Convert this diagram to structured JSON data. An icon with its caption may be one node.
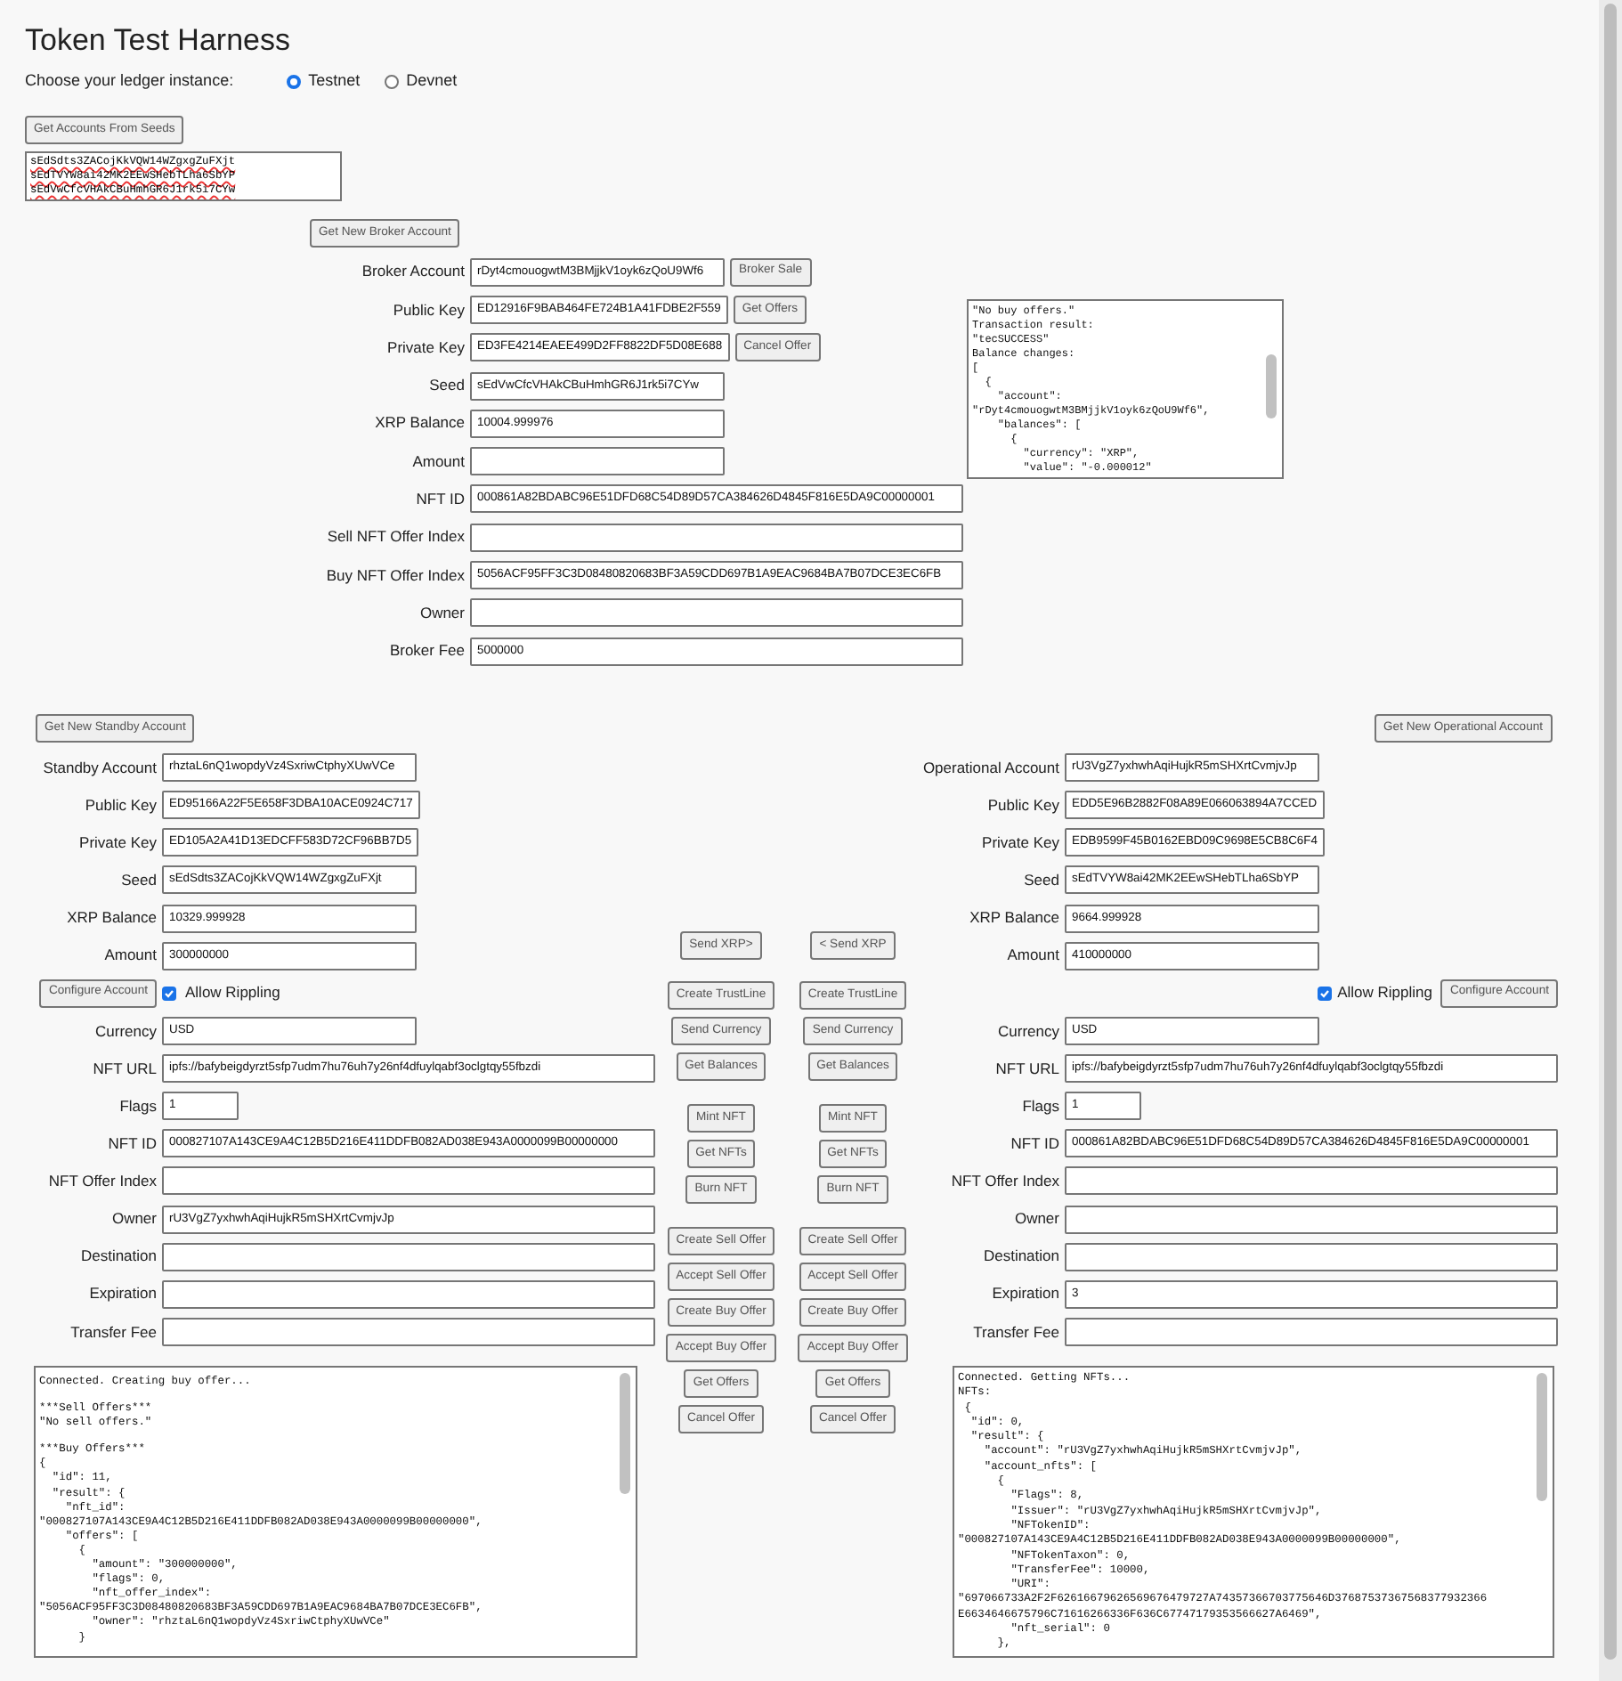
{
  "diagram": {
    "title": "Token Test Harness",
    "labels": [
      "Choose your ledger instance:",
      "Testnet",
      "Devnet",
      "Get Accounts From Seeds",
      "sEdSdts3ZACojKkVQW14WZgxgZuFXjt",
      "sEdTVYW8ai42MK2EEwSHebTLha6SbYP",
      "sEdVwCfcVHAkCBuHmhGR6J1rk5i7CYw",
      "Get New Broker Account",
      "Broker Account",
      "rDyt4cmouogwtM3BMjjkV1oyk6zQoU9Wf6",
      "Broker Sale",
      "Public Key",
      "ED12916F9BAB464FE724B1A41FDBE2F559",
      "Get Offers",
      "Private Key",
      "ED3FE4214EAEE499D2FF8822DF5D08E688",
      "Cancel Offer",
      "Seed",
      "sEdVwCfcVHAkCBuHmhGR6J1rk5i7CYw",
      "XRP Balance",
      "10004.999976",
      "Amount",
      "NFT ID",
      "000861A82BDABC96E51DFD68C54D89D57CA384626D4845F816E5DA9C00000001",
      "Sell NFT Offer Index",
      "Buy NFT Offer Index",
      "5056ACF95FF3C3D08480820683BF3A59CDD697B1A9EAC9684BA7B07DCE3EC6FB",
      "Owner",
      "Broker Fee",
      "5000000",
      "\"No buy offers.\"",
      "Transaction result:",
      "\"tecSUCCESS\"",
      "Balance changes:",
      "[",
      "  {",
      "    \"account\":",
      "\"rDyt4cmouogwtM3BMjjkV1oyk6zQoU9Wf6\",",
      "    \"balances\": [",
      "      {",
      "        \"currency\": \"XRP\",",
      "        \"value\": \"-0.000012\"",
      "Get New Standby Account",
      "Get New Operational Account",
      "Standby Account",
      "rhztaL6nQ1wopdyVz4SxriwCtphyXUwVCe",
      "Public Key",
      "ED95166A22F5E658F3DBA10ACE0924C717",
      "Private Key",
      "ED105A2A41D13EDCFF583D72CF96BB7D5",
      "Seed",
      "sEdSdts3ZACojKkVQW14WZgxgZuFXjt",
      "XRP Balance",
      "10329.999928",
      "Amount",
      "300000000",
      "Configure Account",
      "Allow Rippling",
      "Currency",
      "USD",
      "NFT URL",
      "ipfs://bafybeigdyrzt5sfp7udm7hu76uh7y26nf4dfuylqabf3oclgtqy55fbzdi",
      "Flags",
      "1",
      "NFT ID",
      "000827107A143CE9A4C12B5D216E411DDFB082AD038E943A0000099B00000000",
      "NFT Offer Index",
      "Owner",
      "rU3VgZ7yxhwhAqiHujkR5mSHXrtCvmjvJp",
      "Destination",
      "Expiration",
      "Transfer Fee",
      "Send XRP>",
      "< Send XRP",
      "Create TrustLine",
      "Create TrustLine",
      "Send Currency",
      "Send Currency",
      "Get Balances",
      "Get Balances",
      "Mint NFT",
      "Mint NFT",
      "Get NFTs",
      "Get NFTs",
      "Burn NFT",
      "Burn NFT",
      "Create Sell Offer",
      "Create Sell Offer",
      "Accept Sell Offer",
      "Accept Sell Offer",
      "Create Buy Offer",
      "Create Buy Offer",
      "Accept Buy Offer",
      "Accept Buy Offer",
      "Get Offers",
      "Get Offers",
      "Cancel Offer",
      "Cancel Offer",
      "Operational Account",
      "rU3VgZ7yxhwhAqiHujkR5mSHXrtCvmjvJp",
      "Public Key",
      "EDD5E96B2882F08A89E066063894A7CCED",
      "Private Key",
      "EDB9599F45B0162EBD09C9698E5CB8C6F4",
      "Seed",
      "sEdTVYW8ai42MK2EEwSHebTLha6SbYP",
      "XRP Balance",
      "9664.999928",
      "Amount",
      "410000000",
      "Allow Rippling",
      "Configure Account",
      "Currency",
      "USD",
      "NFT URL",
      "ipfs://bafybeigdyrzt5sfp7udm7hu76uh7y26nf4dfuylqabf3oclgtqy55fbzdi",
      "Flags",
      "1",
      "NFT ID",
      "000861A82BDABC96E51DFD68C54D89D57CA384626D4845F816E5DA9C00000001",
      "NFT Offer Index",
      "Owner",
      "Destination",
      "Expiration",
      "3",
      "Transfer Fee",
      "Connected. Creating buy offer...",
      "***Sell Offers***",
      "\"No sell offers.\"",
      "***Buy Offers***",
      "{",
      "  \"id\": 11,",
      "  \"result\": {",
      "    \"nft_id\":",
      "\"000827107A143CE9A4C12B5D216E411DDFB082AD038E943A0000099B00000000\",",
      "    \"offers\": [",
      "      {",
      "        \"amount\": \"300000000\",",
      "        \"flags\": 0,",
      "        \"nft_offer_index\":",
      "\"5056ACF95FF3C3D08480820683BF3A59CDD697B1A9EAC9684BA7B07DCE3EC6FB\",",
      "        \"owner\": \"rhztaL6nQ1wopdyVz4SxriwCtphyXUwVCe\"",
      "      }",
      "Connected. Getting NFTs...",
      "NFTs:",
      " {",
      "  \"id\": 0,",
      "  \"result\": {",
      "    \"account\": \"rU3VgZ7yxhwhAqiHujkR5mSHXrtCvmjvJp\",",
      "    \"account_nfts\": [",
      "      {",
      "        \"Flags\": 8,",
      "        \"Issuer\": \"rU3VgZ7yxhwhAqiHujkR5mSHXrtCvmjvJp\",",
      "        \"NFTokenID\":",
      "\"000827107A143CE9A4C12B5D216E411DDFB082AD038E943A0000099B00000000\",",
      "        \"NFTokenTaxon\": 0,",
      "        \"TransferFee\": 10000,",
      "        \"URI\":",
      "\"697066733A2F2F62616679626569676479727A74357366703775646D37687537367568377932366",
      "E6634646675796C71616266336F636C67747179353566627A6469\",",
      "        \"nft_serial\": 0",
      "      },"
    ]
  }
}
